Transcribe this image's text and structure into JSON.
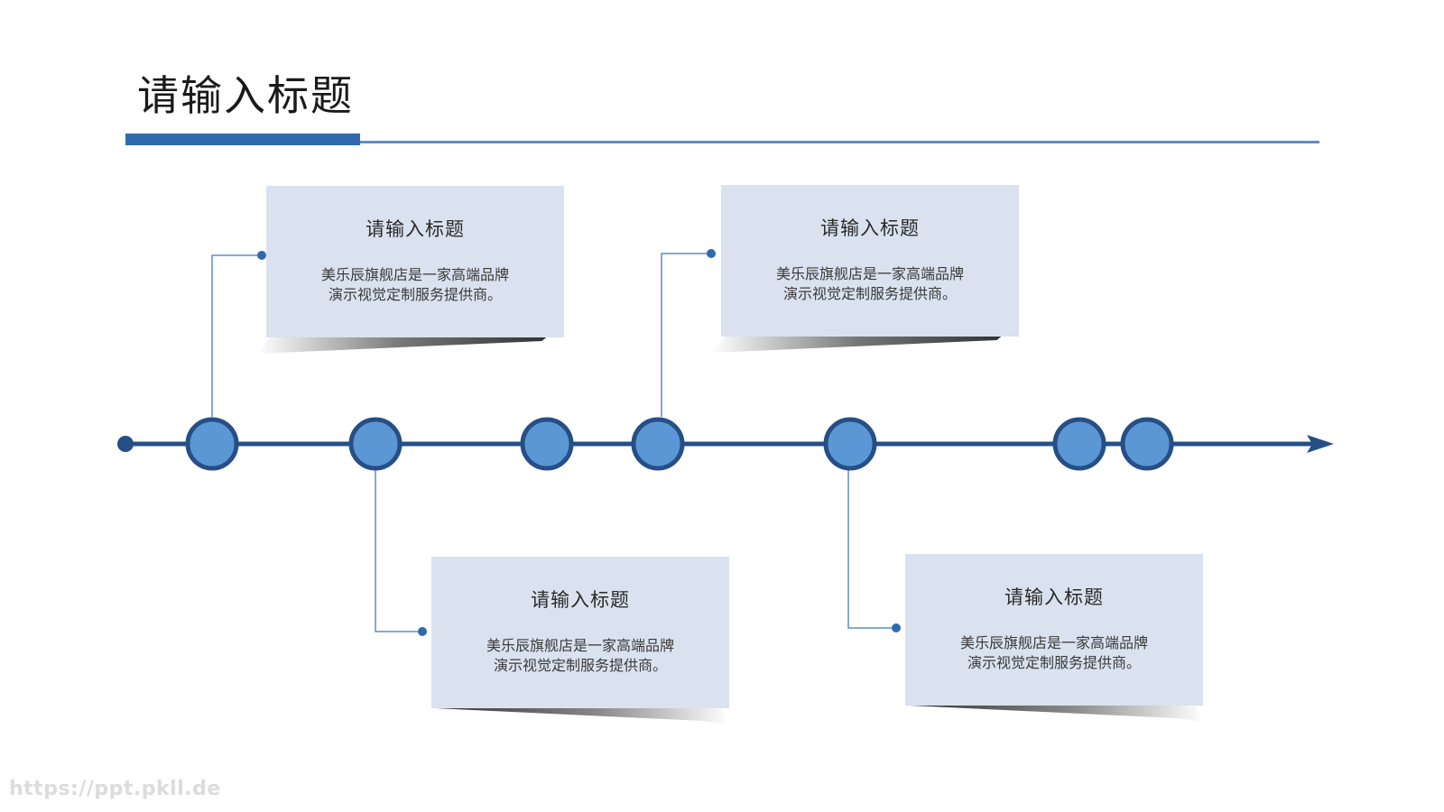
{
  "header": {
    "title": "请输入标题"
  },
  "colors": {
    "accent": "#2e6aad",
    "line": "#5b8fc6",
    "axis": "#254f85",
    "node_fill": "#5b97d5",
    "node_ring": "#254f85",
    "card_bg": "#dae2ef"
  },
  "cards": [
    {
      "title": "请输入标题",
      "desc_line1": "美乐辰旗舰店是一家高端品牌",
      "desc_line2": "演示视觉定制服务提供商。"
    },
    {
      "title": "请输入标题",
      "desc_line1": "美乐辰旗舰店是一家高端品牌",
      "desc_line2": "演示视觉定制服务提供商。"
    },
    {
      "title": "请输入标题",
      "desc_line1": "美乐辰旗舰店是一家高端品牌",
      "desc_line2": "演示视觉定制服务提供商。"
    },
    {
      "title": "请输入标题",
      "desc_line1": "美乐辰旗舰店是一家高端品牌",
      "desc_line2": "演示视觉定制服务提供商。"
    }
  ],
  "watermark": "https://ppt.pkll.de"
}
